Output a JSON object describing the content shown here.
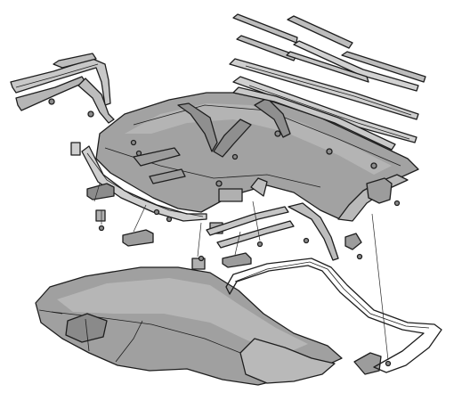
{
  "diagram": {
    "colors": {
      "background": "#ffffff",
      "outline": "#1e1e1e",
      "panel_fill": "#9a9a9a",
      "panel_shade": "#b3b3b3",
      "panel_dark": "#7d7d7d",
      "strip_fill": "#bdbdbd",
      "hardware_fill": "#8c8c8c"
    },
    "components": [
      {
        "id": "convertible-top-frame",
        "icon": "frame-assembly"
      },
      {
        "id": "top-fabric-cover",
        "icon": "fabric-panel"
      },
      {
        "id": "windshield-header-weatherstrip",
        "icon": "weatherstrip"
      },
      {
        "id": "side-rail-weatherstrips",
        "icon": "weatherstrip"
      },
      {
        "id": "rear-bow-seals",
        "icon": "weatherstrip"
      },
      {
        "id": "latch-hardware",
        "icon": "latch"
      },
      {
        "id": "hinge-brackets",
        "icon": "bracket"
      },
      {
        "id": "mounting-screws",
        "icon": "screw"
      },
      {
        "id": "rear-window-seal",
        "icon": "seal"
      }
    ]
  }
}
